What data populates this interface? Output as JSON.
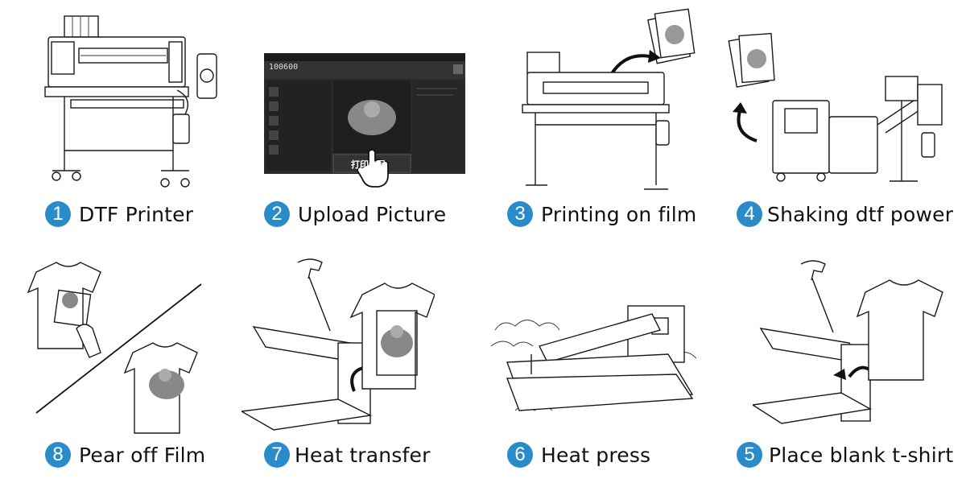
{
  "accent": "#2a8bc9",
  "steps": [
    {
      "num": "1",
      "label": "DTF Printer"
    },
    {
      "num": "2",
      "label": "Upload Picture"
    },
    {
      "num": "3",
      "label": "Printing on film"
    },
    {
      "num": "4",
      "label": "Shaking dtf power"
    },
    {
      "num": "8",
      "label": "Pear off Film"
    },
    {
      "num": "7",
      "label": "Heat transfer"
    },
    {
      "num": "6",
      "label": "Heat press"
    },
    {
      "num": "5",
      "label": "Place blank t-shirt"
    }
  ],
  "software": {
    "brand": "100600",
    "print_button": "打印作品"
  }
}
